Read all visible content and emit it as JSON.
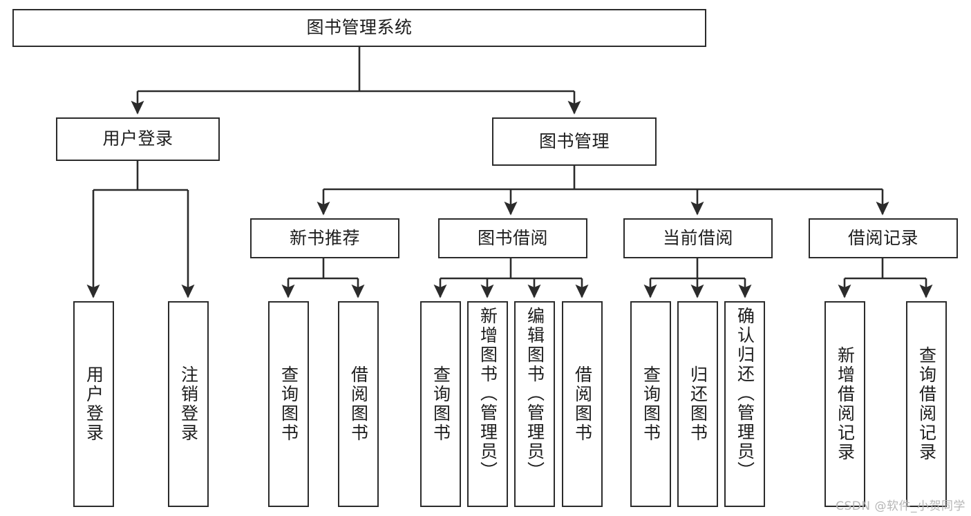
{
  "diagram": {
    "title": "图书管理系统",
    "type": "tree-hierarchy",
    "watermark": "CSDN @软件_小贺同学",
    "colors": {
      "background": "#ffffff",
      "stroke": "#2b2b2b",
      "text": "#1d1d1d",
      "watermark": "#b6b6b6"
    },
    "root": {
      "id": "root",
      "label": "图书管理系统"
    },
    "level2": [
      {
        "id": "user-login",
        "label": "用户登录"
      },
      {
        "id": "book-manage",
        "label": "图书管理"
      }
    ],
    "level3": [
      {
        "id": "new-book-rec",
        "label": "新书推荐",
        "parent": "book-manage"
      },
      {
        "id": "book-borrow",
        "label": "图书借阅",
        "parent": "book-manage"
      },
      {
        "id": "current-borrow",
        "label": "当前借阅",
        "parent": "book-manage"
      },
      {
        "id": "borrow-record",
        "label": "借阅记录",
        "parent": "book-manage"
      }
    ],
    "leaves": [
      {
        "id": "leaf-user-login",
        "label": "用户登录",
        "parent": "user-login"
      },
      {
        "id": "leaf-logout",
        "label": "注销登录",
        "parent": "user-login"
      },
      {
        "id": "leaf-query-book-1",
        "label": "查询图书",
        "parent": "new-book-rec"
      },
      {
        "id": "leaf-borrow-book-1",
        "label": "借阅图书",
        "parent": "new-book-rec"
      },
      {
        "id": "leaf-query-book-2",
        "label": "查询图书",
        "parent": "book-borrow"
      },
      {
        "id": "leaf-add-book",
        "label": "新增图书（管理员）",
        "parent": "book-borrow"
      },
      {
        "id": "leaf-edit-book",
        "label": "编辑图书（管理员）",
        "parent": "book-borrow"
      },
      {
        "id": "leaf-borrow-book-2",
        "label": "借阅图书",
        "parent": "book-borrow"
      },
      {
        "id": "leaf-query-book-3",
        "label": "查询图书",
        "parent": "current-borrow"
      },
      {
        "id": "leaf-return-book",
        "label": "归还图书",
        "parent": "current-borrow"
      },
      {
        "id": "leaf-confirm-return",
        "label": "确认归还（管理员）",
        "parent": "current-borrow"
      },
      {
        "id": "leaf-add-record",
        "label": "新增借阅记录",
        "parent": "borrow-record"
      },
      {
        "id": "leaf-query-record",
        "label": "查询借阅记录",
        "parent": "borrow-record"
      }
    ]
  }
}
